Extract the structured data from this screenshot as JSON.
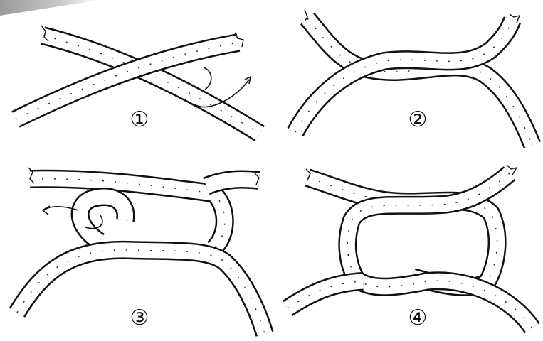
{
  "figure": {
    "steps": [
      {
        "label": "①",
        "icon": "rope-cross-icon"
      },
      {
        "label": "②",
        "icon": "rope-half-knot-icon"
      },
      {
        "label": "③",
        "icon": "rope-loop-icon"
      },
      {
        "label": "④",
        "icon": "reef-knot-icon"
      }
    ],
    "colors": {
      "rope_stroke": "#111111",
      "rope_fill": "#ffffff"
    }
  }
}
